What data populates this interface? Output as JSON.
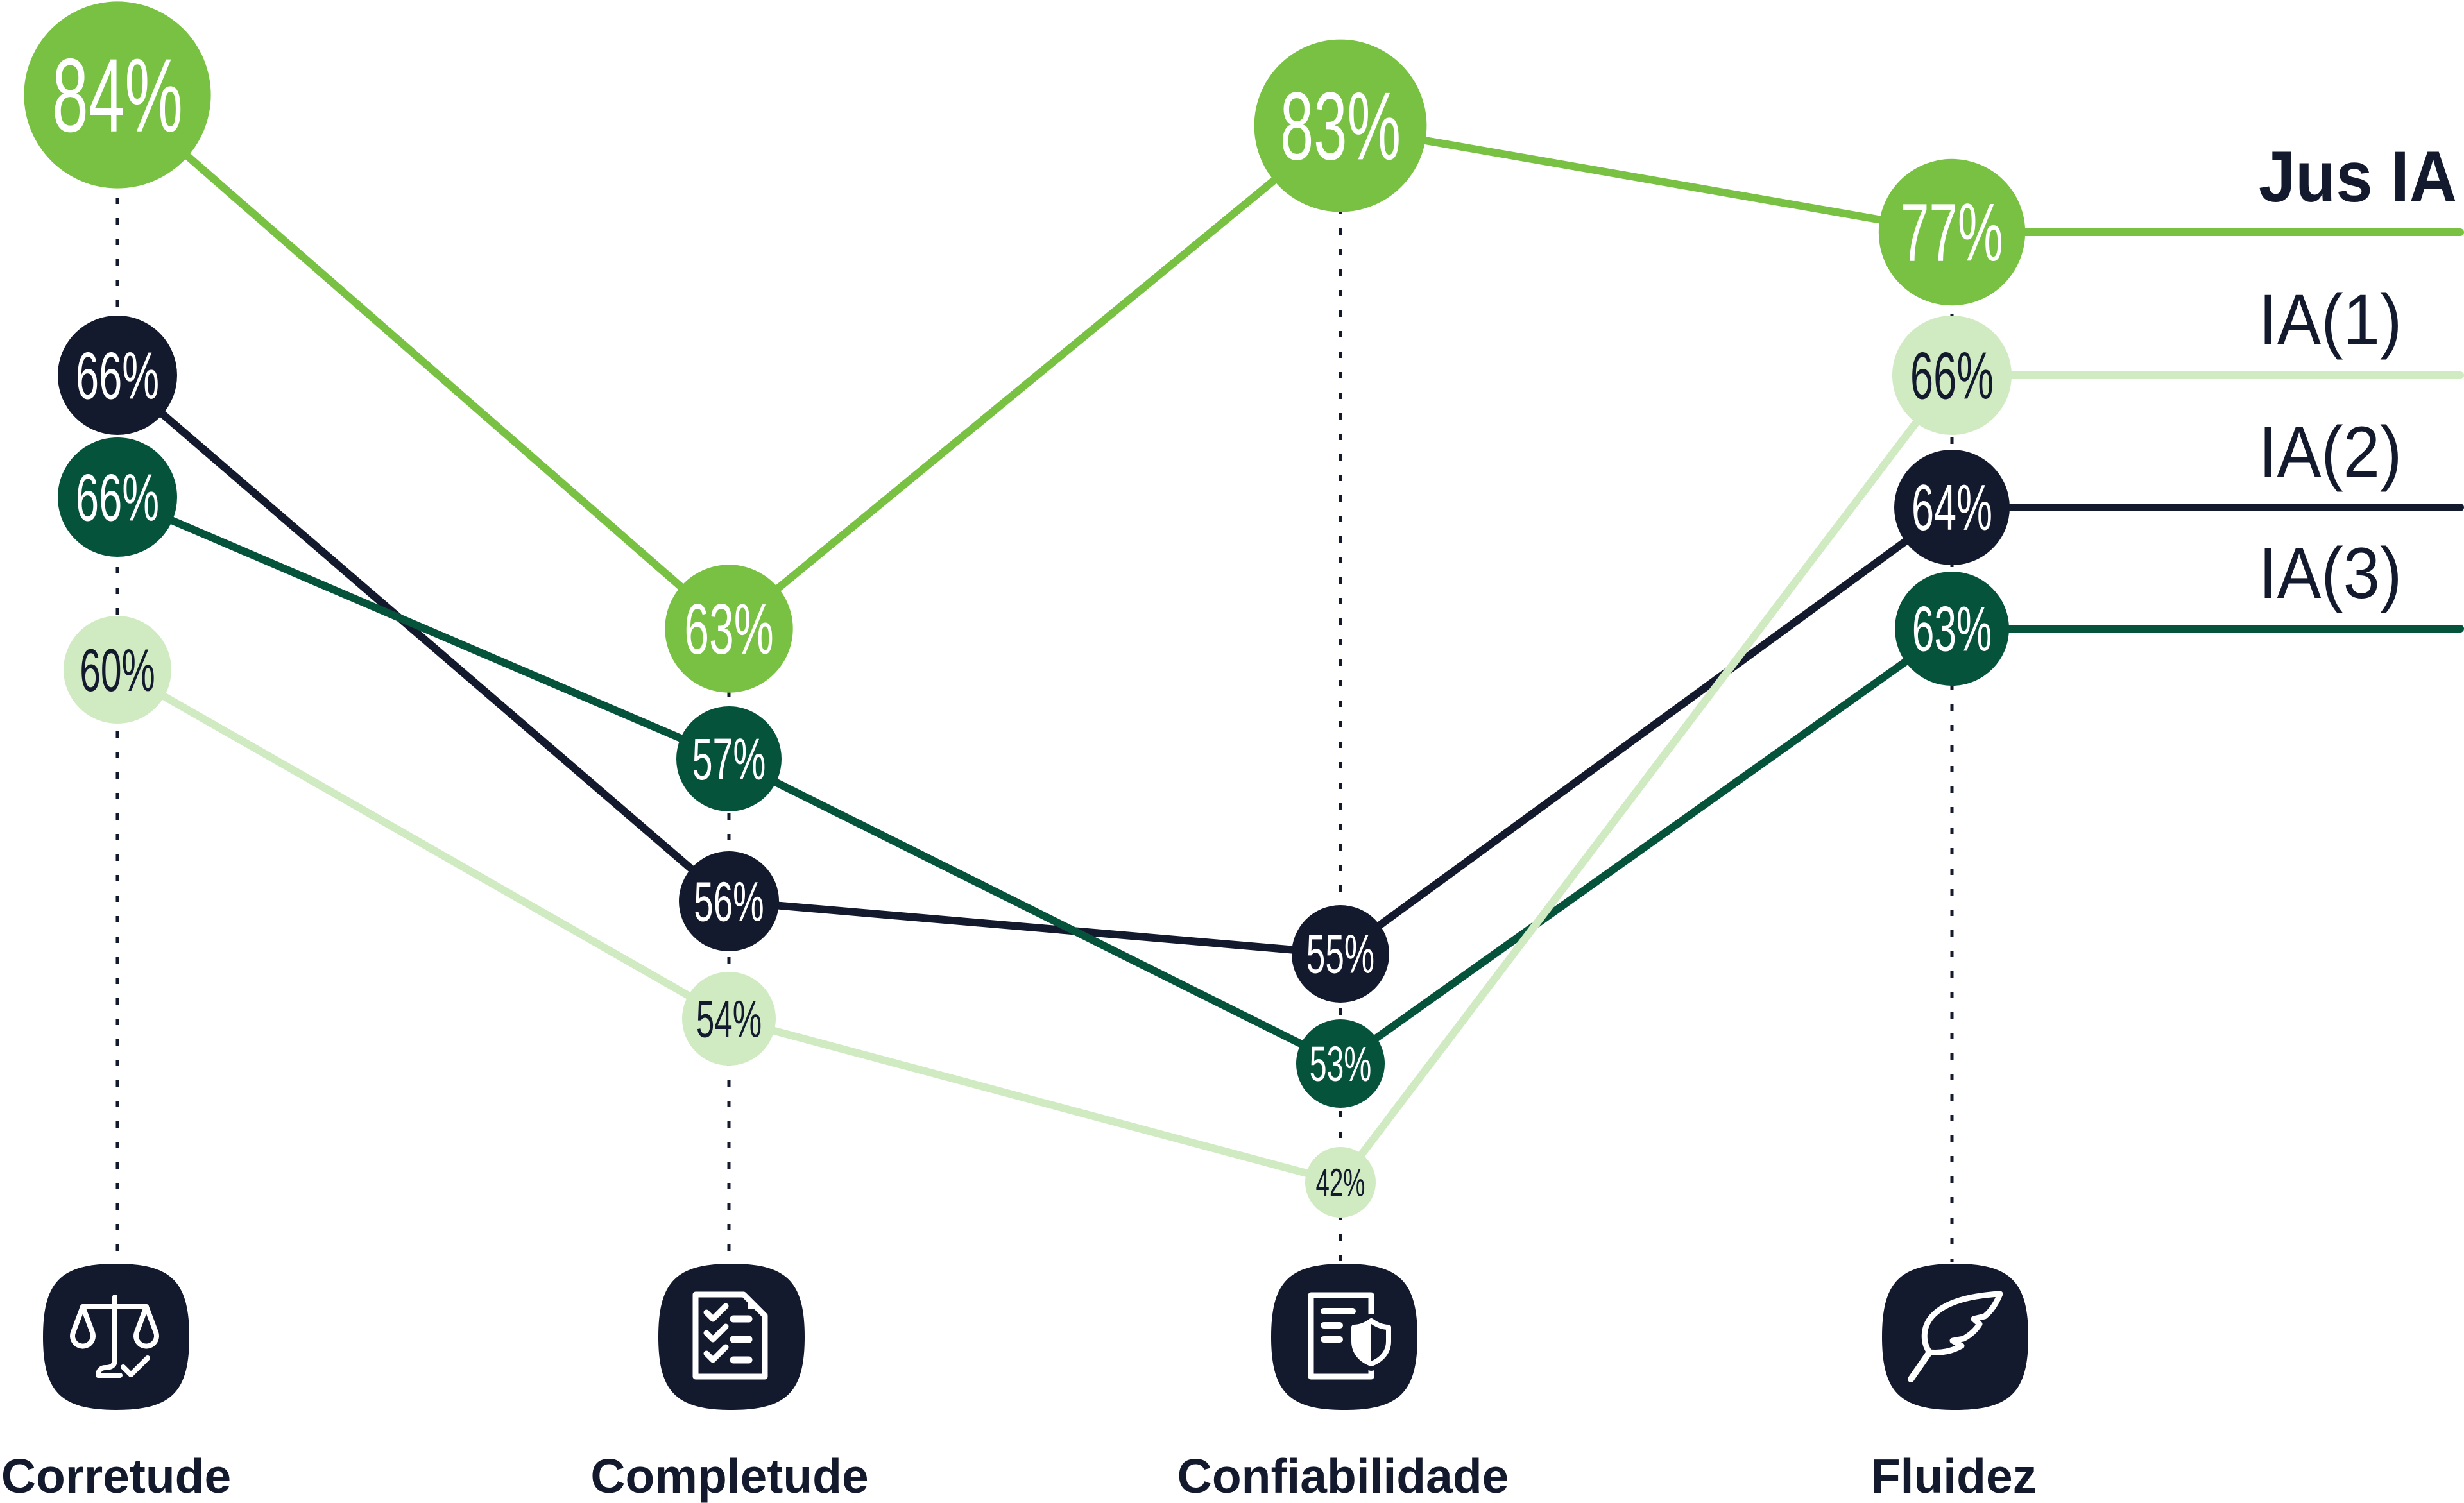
{
  "chart_data": {
    "type": "line",
    "title": "",
    "xlabel": "",
    "ylabel": "",
    "value_unit": "%",
    "categories": [
      "Corretude",
      "Completude",
      "Confiabilidade",
      "Fluidez"
    ],
    "category_icons": [
      "scales-of-justice-check-icon",
      "checklist-document-icon",
      "document-shield-icon",
      "feather-quill-icon"
    ],
    "series": [
      {
        "name": "Jus IA",
        "highlight": true,
        "color": "#78C143",
        "label_color": "#FFFFFF",
        "values": [
          84,
          63,
          83,
          77
        ],
        "labels": [
          "84%",
          "63%",
          "83%",
          "77%"
        ]
      },
      {
        "name": "IA(1)",
        "highlight": false,
        "color": "#D0EAC2",
        "label_color": "#131A2E",
        "values": [
          60,
          54,
          42,
          66
        ],
        "labels": [
          "60%",
          "54%",
          "42%",
          "66%"
        ]
      },
      {
        "name": "IA(2)",
        "highlight": false,
        "color": "#131A2E",
        "label_color": "#FFFFFF",
        "values": [
          66,
          56,
          55,
          64
        ],
        "labels": [
          "66%",
          "56%",
          "55%",
          "64%"
        ]
      },
      {
        "name": "IA(3)",
        "highlight": false,
        "color": "#06533B",
        "label_color": "#FFFFFF",
        "values": [
          66,
          57,
          53,
          63
        ],
        "labels": [
          "66%",
          "57%",
          "53%",
          "63%"
        ]
      }
    ],
    "legend": "right",
    "grid": false,
    "y_axis_visible": false
  },
  "theme": {
    "text_color": "#131A2E",
    "guide_line_color": "#131A2E",
    "icon_tile_color": "#131A2E",
    "icon_glyph_color": "#FFFFFF",
    "background": "#FFFFFF"
  }
}
